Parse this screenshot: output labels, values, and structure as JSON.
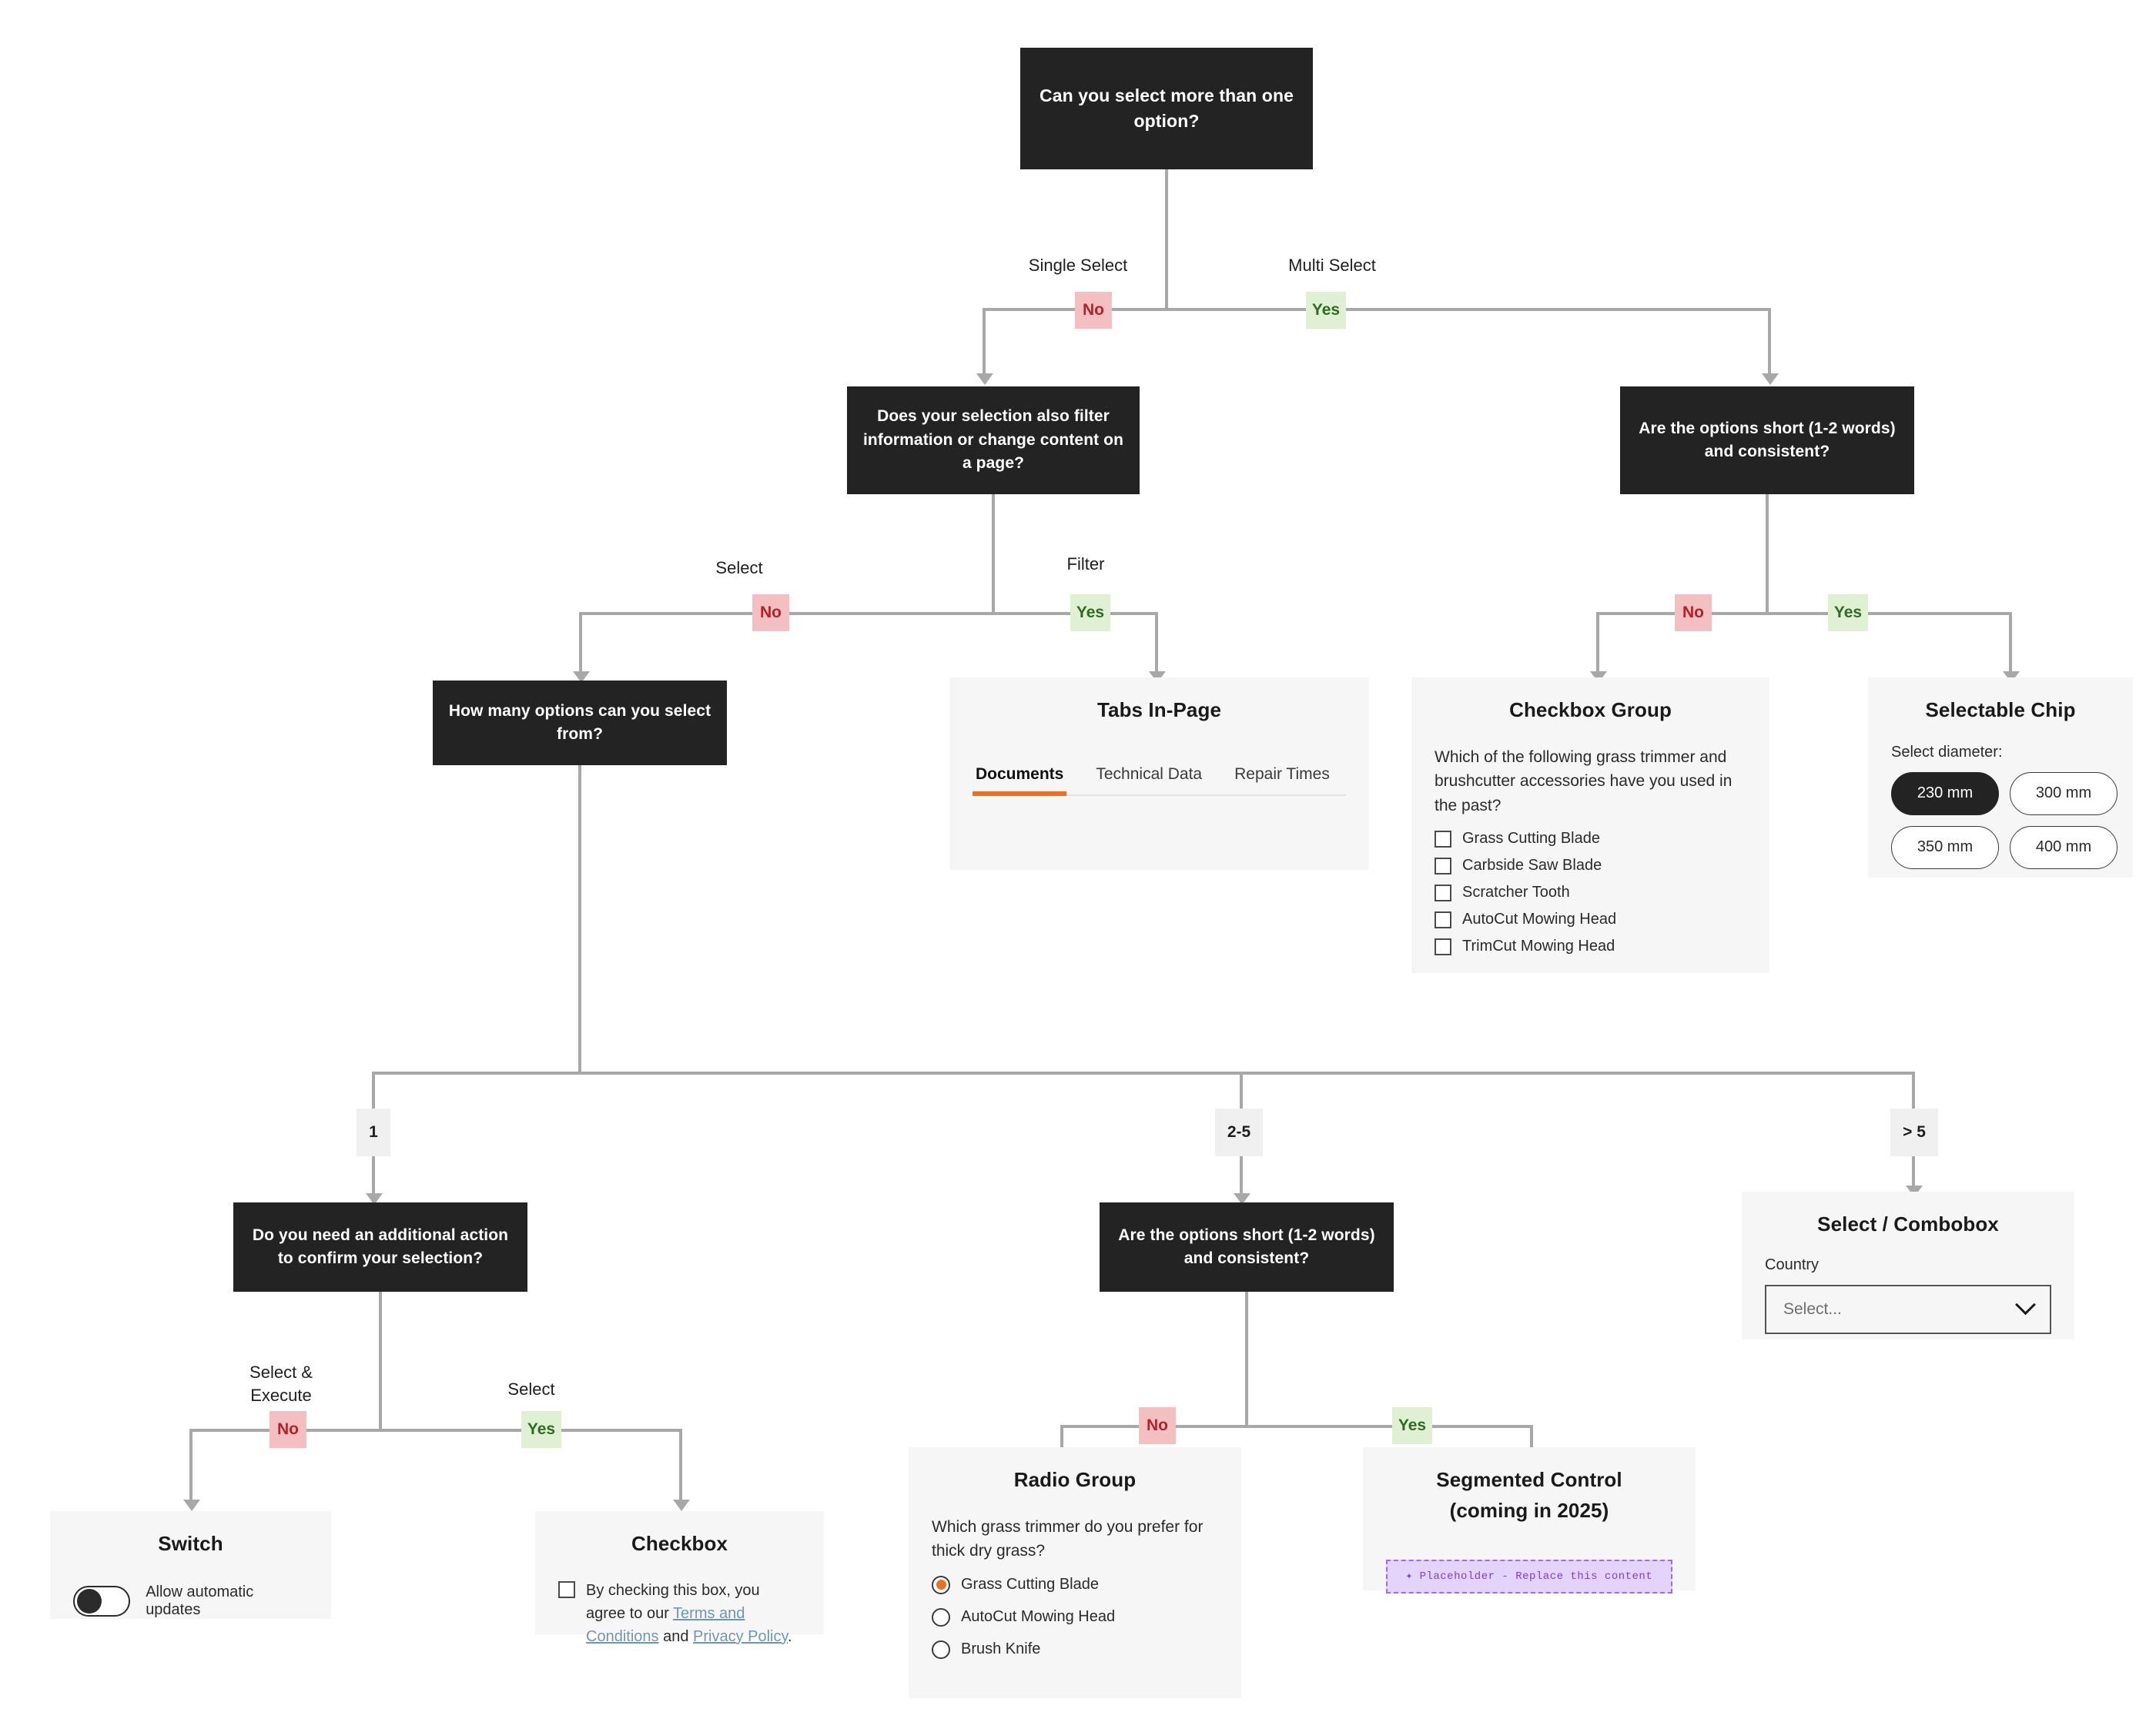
{
  "nodes": {
    "root": "Can you select more than one option?",
    "filter_q": "Does your selection also filter information or change content on a page?",
    "short_right": "Are the options short (1-2 words) and consistent?",
    "how_many": "How many options can you select from?",
    "confirm_q": "Do you need an additional action to confirm your selection?",
    "short_mid": "Are the options short (1-2 words) and consistent?"
  },
  "edges": {
    "single_select": "Single Select",
    "multi_select": "Multi Select",
    "select": "Select",
    "filter": "Filter",
    "select_execute": "Select & Execute",
    "select2": "Select",
    "no": "No",
    "yes": "Yes",
    "count_1": "1",
    "count_2_5": "2-5",
    "count_gt5": "> 5"
  },
  "cards": {
    "tabs": {
      "title": "Tabs In-Page",
      "items": [
        "Documents",
        "Technical Data",
        "Repair Times"
      ],
      "active": "Documents",
      "accent": "#ea7024"
    },
    "checkbox_group": {
      "title": "Checkbox Group",
      "question": "Which of the following grass trimmer and brushcutter accessories have you used in the past?",
      "options": [
        "Grass Cutting Blade",
        "Carbside Saw Blade",
        "Scratcher Tooth",
        "AutoCut Mowing Head",
        "TrimCut Mowing Head"
      ]
    },
    "selectable_chip": {
      "title": "Selectable Chip",
      "label": "Select diameter:",
      "options": [
        "230 mm",
        "300 mm",
        "350 mm",
        "400 mm"
      ],
      "selected": "230 mm"
    },
    "switch": {
      "title": "Switch",
      "label": "Allow automatic updates",
      "state": "off"
    },
    "checkbox": {
      "title": "Checkbox",
      "text_before": "By checking this box, you agree to our ",
      "link1": "Terms and Conditions",
      "text_mid": " and ",
      "link2": "Privacy Policy",
      "text_after": ".",
      "link_color": "#6b97b5"
    },
    "radio_group": {
      "title": "Radio Group",
      "question": "Which grass trimmer do you prefer for thick dry grass?",
      "options": [
        "Grass Cutting Blade",
        "AutoCut Mowing Head",
        "Brush Knife"
      ],
      "selected": "Grass Cutting Blade"
    },
    "segmented": {
      "title_line1": "Segmented Control",
      "title_line2": "(coming in 2025)",
      "placeholder": "✦ Placeholder -  Replace this content"
    },
    "select_combobox": {
      "title": "Select / Combobox",
      "label": "Country",
      "value": "Select..."
    }
  },
  "colors": {
    "node_bg": "#232323",
    "card_bg": "#f6f6f6",
    "line": "#a8a8a8",
    "no_bg": "#f4bfc1",
    "no_fg": "#b5202b",
    "yes_bg": "#dff0d3",
    "yes_fg": "#2f6b25",
    "accent": "#ea7024"
  }
}
